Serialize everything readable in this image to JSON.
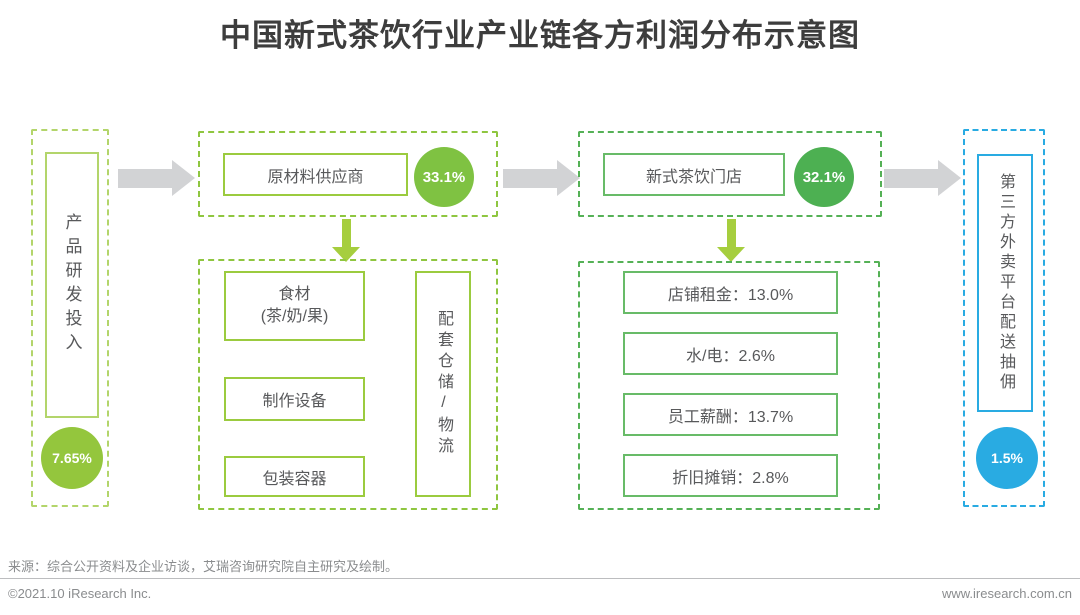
{
  "title": "中国新式茶饮行业产业链各方利润分布示意图",
  "palette": {
    "light_yellow_green": "#b3d56b",
    "yellow_green": "#8fc640",
    "green": "#4db052",
    "cyan": "#29abe2",
    "arrow_gray": "#d2d3d5",
    "text_gray": "#58595b"
  },
  "chain": {
    "rd": {
      "label": "产品研发投入",
      "share": "7.65%"
    },
    "supplier": {
      "label": "原材料供应商",
      "share": "33.1%",
      "material_line1": "食材",
      "material_line2": "(茶/奶/果)",
      "equipment": "制作设备",
      "packaging": "包装容器",
      "logistics": "配套仓储/物流"
    },
    "store": {
      "label": "新式茶饮门店",
      "share": "32.1%",
      "costs": [
        "店铺租金：13.0%",
        "水/电：2.6%",
        "员工薪酬：13.7%",
        "折旧摊销：2.8%"
      ]
    },
    "delivery": {
      "label": "第三方外卖平台配送抽佣",
      "share": "1.5%"
    }
  },
  "footer": {
    "source": "来源：综合公开资料及企业访谈，艾瑞咨询研究院自主研究及绘制。",
    "copyright": "©2021.10 iResearch Inc.",
    "website": "www.iresearch.com.cn"
  }
}
